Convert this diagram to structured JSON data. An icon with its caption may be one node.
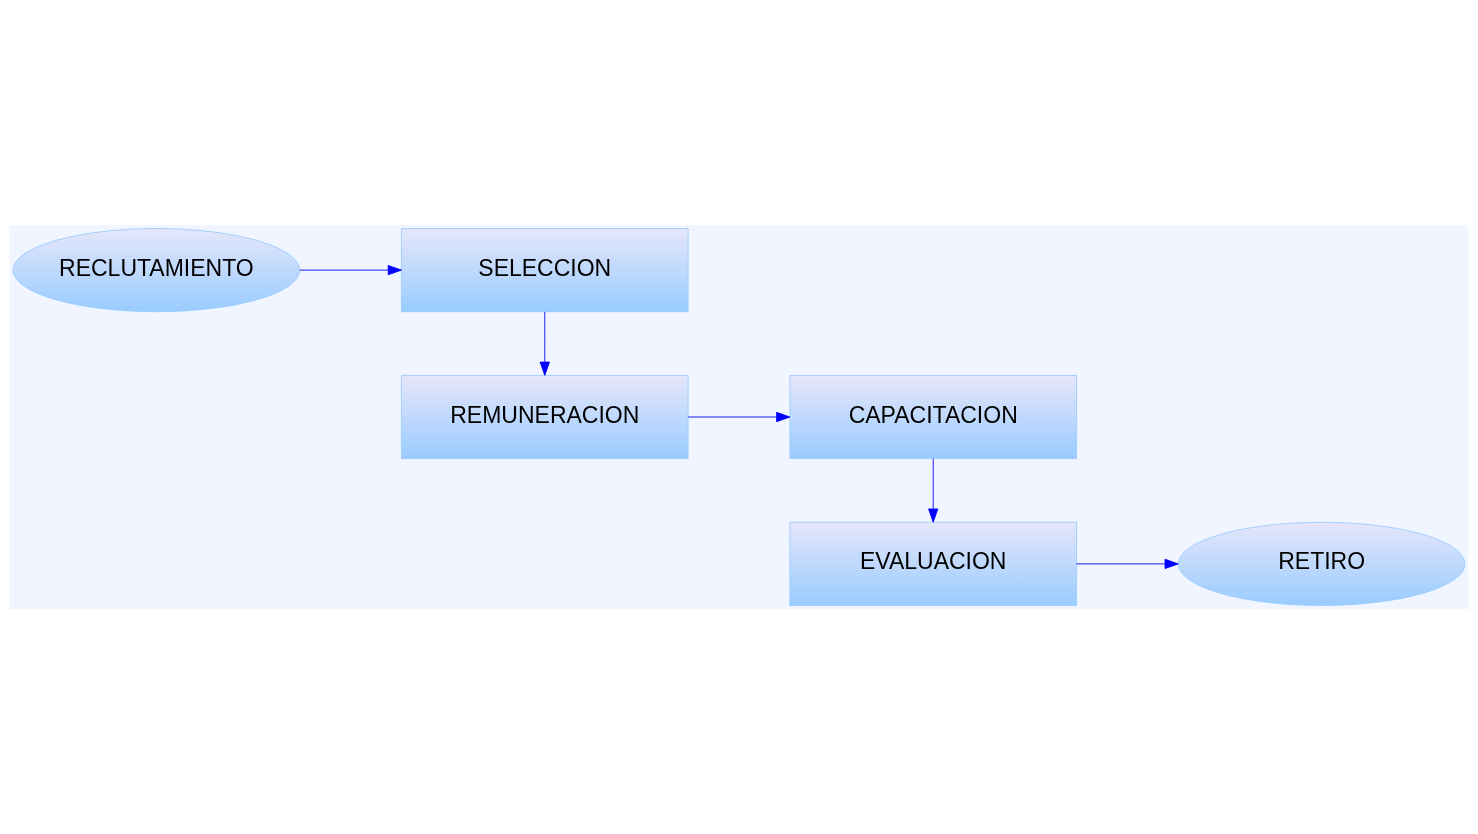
{
  "diagram": {
    "nodes": [
      {
        "text": [
          "RECLUTAMIENTO"
        ]
      },
      {
        "text": [
          "SELECCION"
        ]
      },
      {
        "text": [
          "REMUNERACION"
        ]
      },
      {
        "text": [
          "CAPACITACION"
        ]
      },
      {
        "text": [
          "EVALUACION"
        ]
      },
      {
        "text": [
          "RETIRO"
        ]
      }
    ],
    "edges": [
      {
        "from": 0,
        "to": 1,
        "arrow": "to"
      },
      {
        "from": 1,
        "to": 2,
        "arrow": "to"
      },
      {
        "from": 2,
        "to": 3,
        "arrow": "to"
      },
      {
        "from": 3,
        "to": 4,
        "arrow": "to"
      },
      {
        "from": 4,
        "to": 5,
        "arrow": "to"
      }
    ]
  }
}
